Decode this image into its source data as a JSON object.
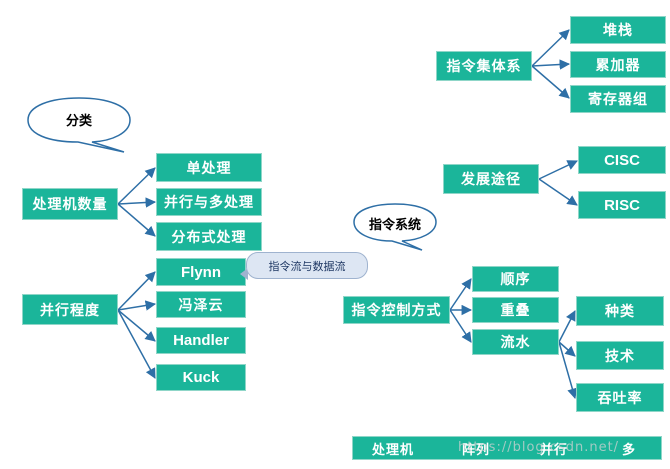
{
  "bubbles": {
    "classification": "分类",
    "instruction_system": "指令系统"
  },
  "left": {
    "processor_count": {
      "label": "处理机数量",
      "children": [
        "单处理",
        "并行与多处理",
        "分布式处理"
      ]
    },
    "parallelism": {
      "label": "并行程度",
      "children": [
        "Flynn",
        "冯泽云",
        "Handler",
        "Kuck"
      ]
    },
    "flynn_callout": "指令流与数据流"
  },
  "right": {
    "instruction_set": {
      "label": "指令集体系",
      "children": [
        "堆栈",
        "累加器",
        "寄存器组"
      ]
    },
    "development": {
      "label": "发展途径",
      "children": [
        "CISC",
        "RISC"
      ]
    },
    "control": {
      "label": "指令控制方式",
      "children": [
        "顺序",
        "重叠",
        "流水"
      ],
      "pipeline_children": [
        "种类",
        "技术",
        "吞吐率"
      ]
    }
  },
  "bottom_bar": {
    "cells": [
      "处理机",
      "阵列",
      "并行",
      "多"
    ],
    "watermark": "https://blog.csdn.net/"
  },
  "colors": {
    "box_fill": "#1bb59a",
    "connector": "#2e6fa6",
    "bubble_fill": "#ffffff",
    "bubble_stroke": "#2e6fa6",
    "callout_fill": "#dde6f3"
  }
}
